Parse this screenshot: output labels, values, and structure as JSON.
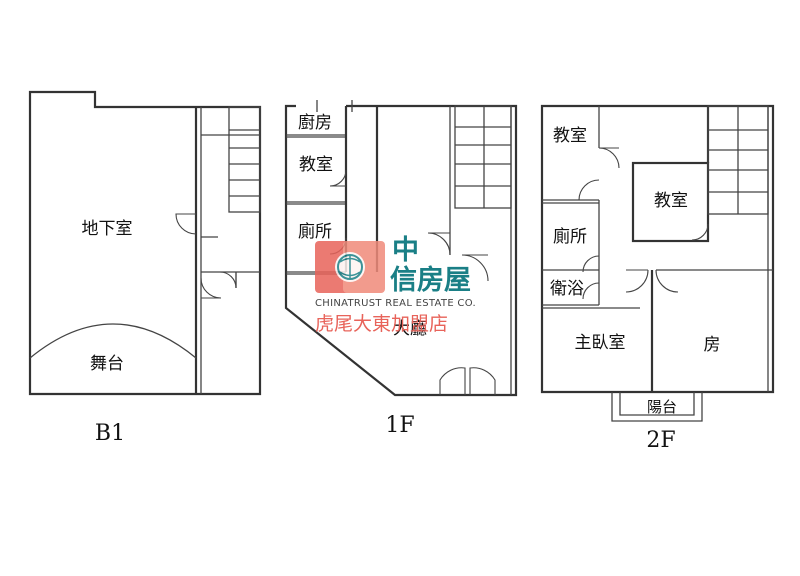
{
  "floors": {
    "b1": {
      "label": "B1",
      "rooms": {
        "basement": "地下室",
        "stage": "舞台"
      }
    },
    "f1": {
      "label": "1F",
      "rooms": {
        "kitchen": "廚房",
        "classroom": "教室",
        "toilet": "廁所",
        "hall": "大廳"
      }
    },
    "f2": {
      "label": "2F",
      "rooms": {
        "classroom_1": "教室",
        "classroom_2": "教室",
        "toilet": "廁所",
        "bath": "衛浴",
        "master_bedroom": "主臥室",
        "bedroom": "房",
        "balcony": "陽台"
      }
    }
  },
  "watermark": {
    "char_top": "中",
    "chars_bottom": "信房屋",
    "english": "CHINATRUST REAL ESTATE CO.",
    "branch": "虎尾大東加盟店",
    "colors": {
      "teal": "#1a7f86",
      "coral": "#e8635a",
      "red": "#c9302c"
    }
  }
}
